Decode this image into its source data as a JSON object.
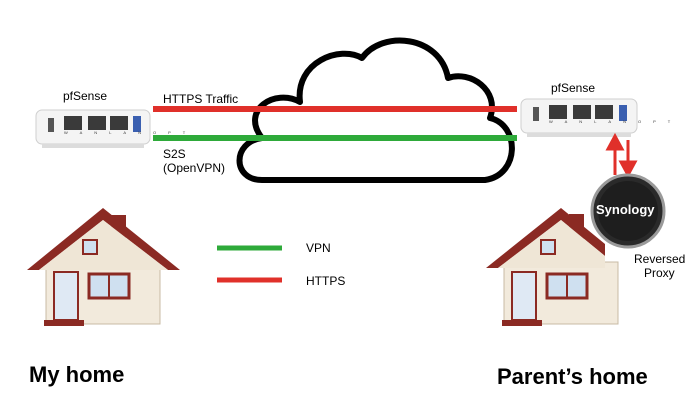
{
  "left_site": {
    "device_label": "pfSense",
    "caption": "My home"
  },
  "right_site": {
    "device_label": "pfSense",
    "caption": "Parent’s home",
    "nas_brand": "Synology",
    "nas_caption_line1": "Reversed",
    "nas_caption_line2": "Proxy"
  },
  "links": {
    "https_label": "HTTPS Traffic",
    "s2s_label_line1": "S2S",
    "s2s_label_line2": "(OpenVPN)"
  },
  "legend": [
    {
      "label": "VPN",
      "color": "#2eaa3a"
    },
    {
      "label": "HTTPS",
      "color": "#e0302a"
    }
  ],
  "router_port_labels": [
    "WAN",
    "LAN",
    "OPT"
  ]
}
